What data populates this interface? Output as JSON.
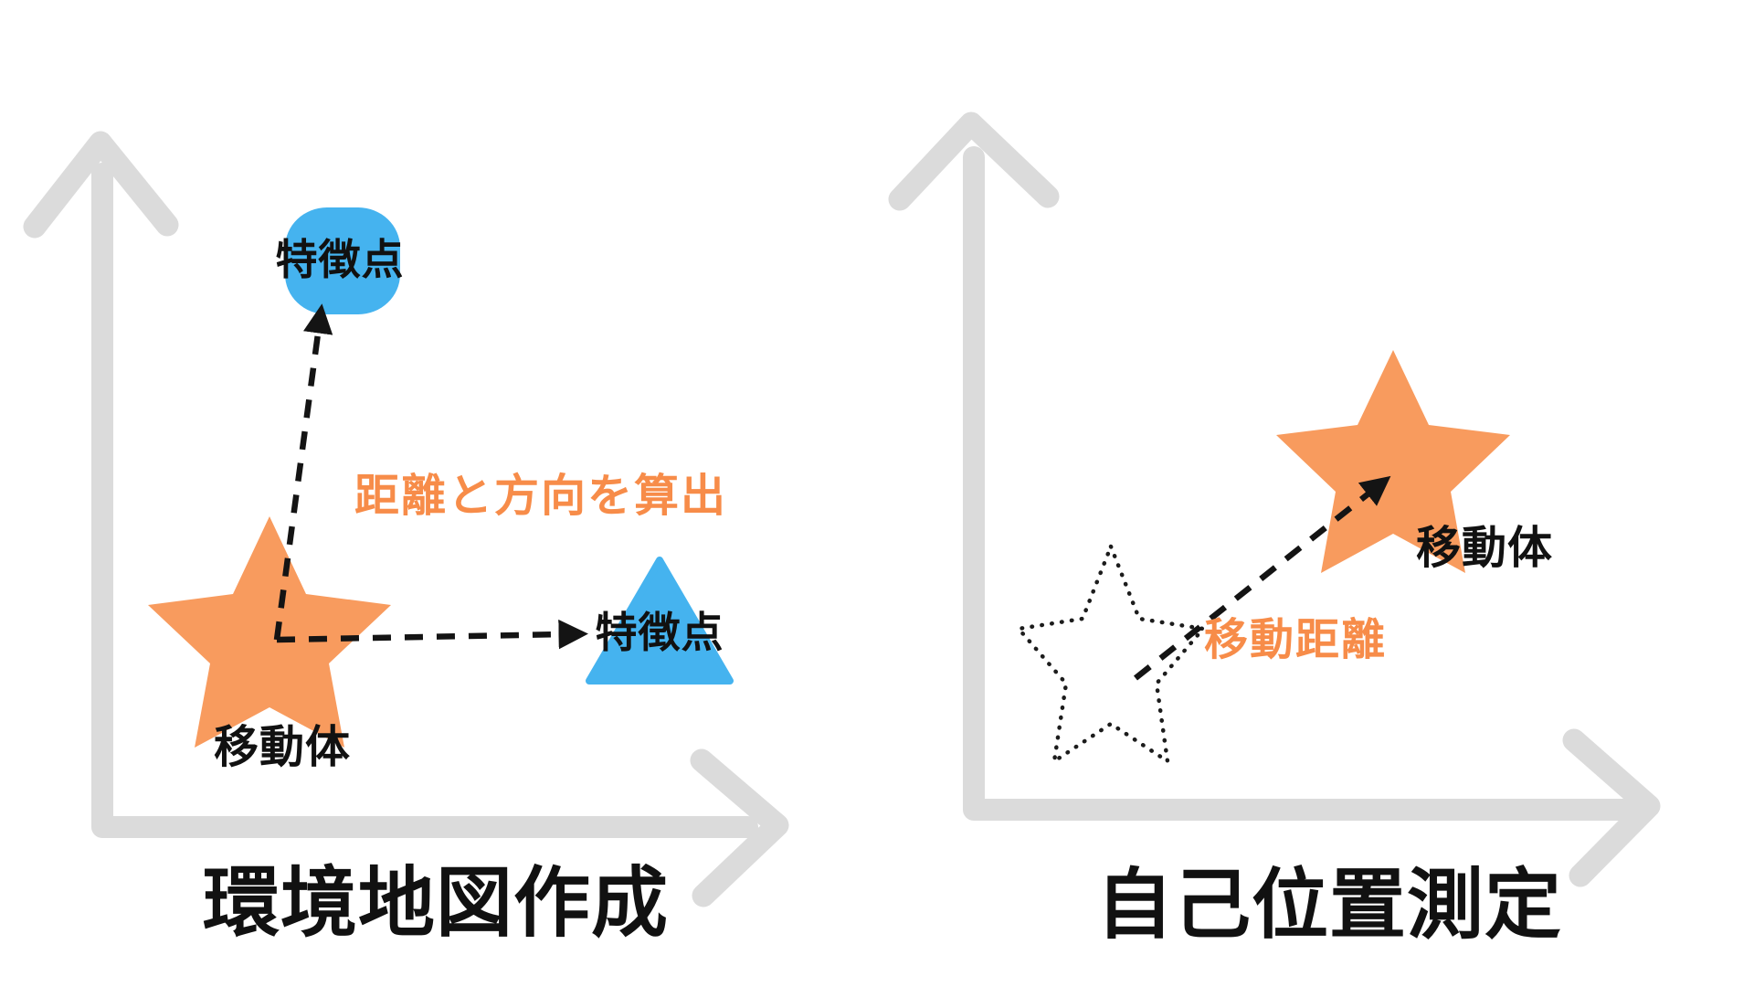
{
  "left_panel": {
    "title": "環境地図作成",
    "feature_top_label": "特徴点",
    "feature_right_label": "特徴点",
    "robot_label": "移動体",
    "annotation": "距離と方向を算出"
  },
  "right_panel": {
    "title": "自己位置測定",
    "robot_label": "移動体",
    "annotation": "移動距離"
  },
  "colors": {
    "accent_orange": "#f89b5e",
    "annotation_orange": "#f78c49",
    "feature_blue": "#45b3ef",
    "axis_gray": "#dbdbdb",
    "ink_black": "#111111"
  }
}
